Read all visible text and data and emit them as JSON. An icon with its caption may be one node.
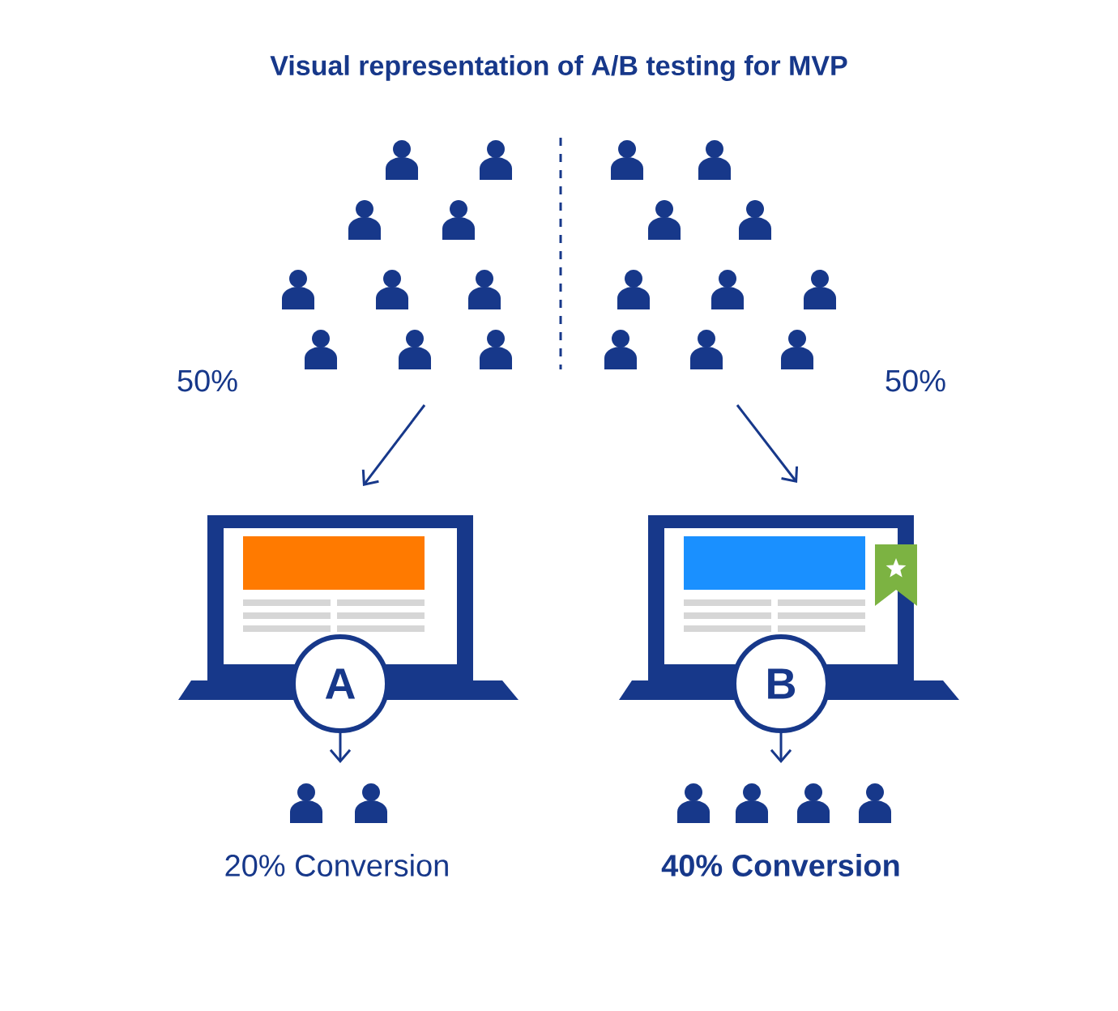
{
  "diagram": {
    "title": "Visual representation of A/B testing for MVP",
    "nodes": [
      {
        "text": [],
        "shape": "person",
        "beside": [
          "50%"
        ]
      },
      {
        "text": [],
        "shape": "person",
        "beside": [
          "50%"
        ]
      },
      {
        "text": [
          "A"
        ]
      },
      {
        "text": [
          "B"
        ]
      },
      {
        "text": [],
        "shape": "person",
        "beside": [
          "20% Conversion"
        ]
      },
      {
        "text": [],
        "shape": "person",
        "beside": [
          "40% Conversion"
        ]
      }
    ],
    "edges": [
      {
        "from": 0,
        "to": 2,
        "arrow": "to"
      },
      {
        "from": 1,
        "to": 3,
        "arrow": "to"
      },
      {
        "from": 2,
        "to": 4,
        "arrow": "to"
      },
      {
        "from": 3,
        "to": 5,
        "arrow": "to"
      }
    ]
  }
}
